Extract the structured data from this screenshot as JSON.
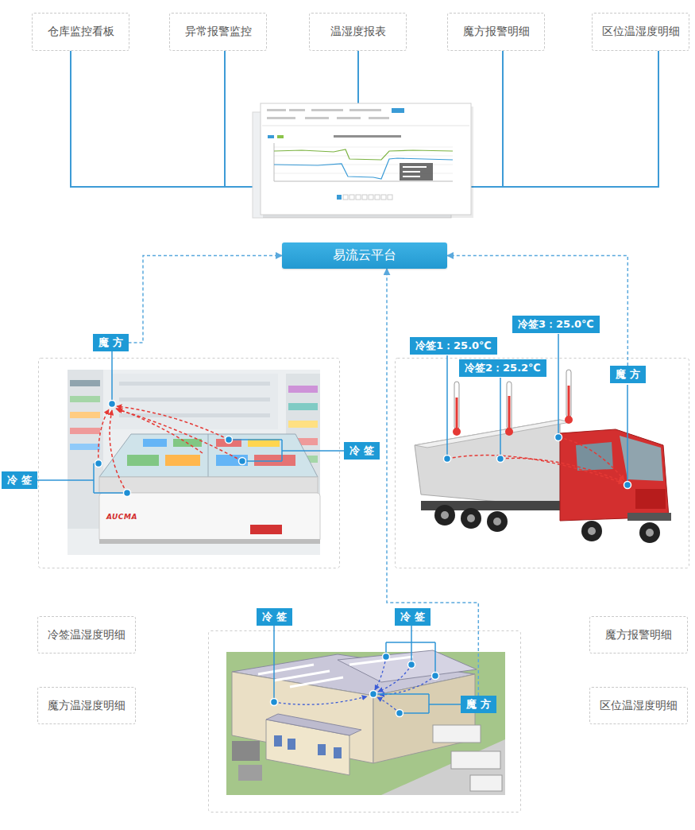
{
  "diagram": {
    "nodes": [
      {
        "text": [
          "仓库监控看板"
        ]
      },
      {
        "text": [
          "异常报警监控"
        ]
      },
      {
        "text": [
          "温湿度报表"
        ]
      },
      {
        "text": [
          "魔方报警明细"
        ]
      },
      {
        "text": [
          "区位温湿度明细"
        ]
      },
      {
        "text": [
          "易流云平台"
        ]
      },
      {
        "text": [
          "魔 方"
        ]
      },
      {
        "text": [
          "冷 签"
        ]
      },
      {
        "text": [
          "冷 签"
        ]
      },
      {
        "text": [
          "冷签3：25.0℃"
        ]
      },
      {
        "text": [
          "冷签1：25.0℃"
        ]
      },
      {
        "text": [
          "冷签2：25.2℃"
        ]
      },
      {
        "text": [
          "魔 方"
        ]
      },
      {
        "text": [
          "冷签温湿度明细"
        ]
      },
      {
        "text": [
          "魔方报警明细"
        ]
      },
      {
        "text": [
          "魔方温湿度明细"
        ]
      },
      {
        "text": [
          "区位温湿度明细"
        ]
      },
      {
        "text": [
          "冷 签"
        ]
      },
      {
        "text": [
          "冷 签"
        ]
      },
      {
        "text": [
          "魔 方"
        ]
      }
    ],
    "edges": [
      {
        "from": 6,
        "to": 5,
        "arrow": "to"
      },
      {
        "from": 12,
        "to": 5,
        "arrow": "to"
      },
      {
        "from": 19,
        "to": 5,
        "arrow": "to"
      }
    ],
    "labels": [
      "AUCMA"
    ]
  }
}
